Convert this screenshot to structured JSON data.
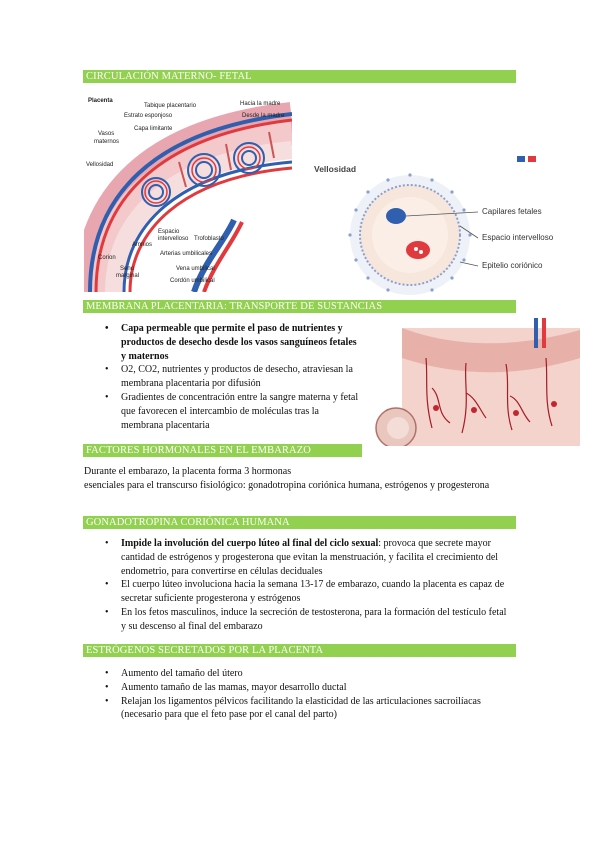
{
  "sections": {
    "s1_title": "CIRCULACIÓN MATERNO- FETAL",
    "s2_title": "MEMBRANA PLACENTARIA: TRANSPORTE DE SUSTANCIAS",
    "s3_title": "FACTORES HORMONALES EN EL EMBARAZO",
    "s4_title": "GONADOTROPINA CORIÓNICA HUMANA",
    "s5_title": "ESTRÓGENOS SECRETADOS POR LA PLACENTA"
  },
  "fig1": {
    "placenta": "Placenta",
    "tabique": "Tabique placentario",
    "hacia_madre": "Hacia la madre",
    "desde_madre": "Desde la madre",
    "estrato": "Estrato esponjoso",
    "capa": "Capa limitante",
    "vasos1": "Vasos",
    "vasos2": "maternos",
    "vellosidad": "Vellosidad",
    "espacio1": "Espacio",
    "espacio2": "intervelloso",
    "trofoblasto": "Trofoblasto",
    "amnios": "Amnios",
    "arterias": "Arterias umbilicales",
    "corion": "Corion",
    "seno1": "Seno",
    "seno2": "marginal",
    "vena": "Vena umbilical",
    "cordon": "Cordón umbilical"
  },
  "fig2": {
    "vellosidad": "Vellosidad",
    "capilares": "Capilares fetales",
    "espacio": "Espacio intervelloso",
    "epitelio": "Epitelio coriónico"
  },
  "membrana": {
    "b1": "Capa permeable que permite el paso de nutrientes y productos de desecho desde los vasos sanguíneos fetales y maternos",
    "b2": "O2, CO2, nutrientes y productos de desecho, atraviesan la membrana placentaria por difusión",
    "b3": "Gradientes de concentración entre la sangre materna y fetal que favorecen el intercambio de moléculas tras la membrana placentaria"
  },
  "hormonal": {
    "p1": "Durante el embarazo, la placenta forma 3 hormonas",
    "p2": "esenciales para el transcurso fisiológico: gonadotropina coriónica humana, estrógenos y progesterona"
  },
  "hcg": {
    "b1_bold": "Impide la involución del cuerpo lúteo al final del ciclo sexual",
    "b1_rest": ": provoca que secrete mayor cantidad de estrógenos y progesterona que evitan la menstruación, y facilita el crecimiento del endometrio, para convertirse en células deciduales",
    "b2": "El cuerpo lúteo involuciona hacia la semana 13-17 de embarazo, cuando la placenta es capaz de secretar suficiente progesterona y estrógenos",
    "b3": "En los fetos masculinos, induce la secreción de testosterona, para la formación del testículo fetal y su descenso al final del embarazo"
  },
  "estrogenos": {
    "b1": "Aumento del tamaño del útero",
    "b2": "Aumento tamaño de las mamas, mayor desarrollo ductal",
    "b3": "Relajan los ligamentos pélvicos facilitando la elasticidad de las articulaciones sacroilíacas (necesario para que el feto pase por el canal del parto)"
  },
  "colors": {
    "section_bar": "#92d050",
    "section_text": "#ffffff",
    "artery": "#e03a3e",
    "vein": "#2f5fae"
  }
}
